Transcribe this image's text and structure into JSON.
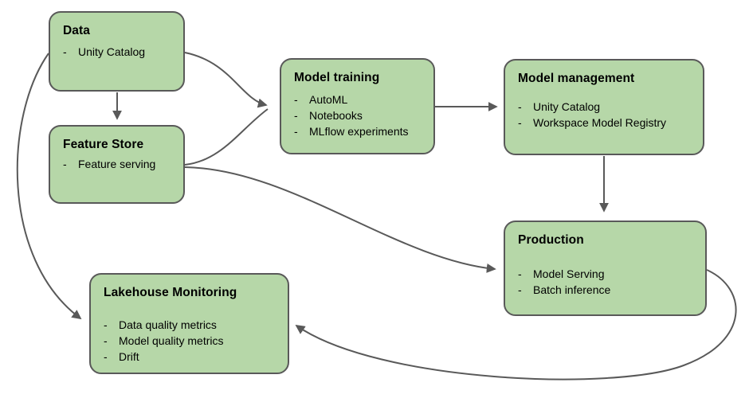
{
  "diagram": {
    "bullet_marker": "-",
    "boxes": [
      {
        "id": "data",
        "title": "Data",
        "bullets": [
          "Unity Catalog"
        ]
      },
      {
        "id": "feature-store",
        "title": "Feature Store",
        "bullets": [
          "Feature serving"
        ]
      },
      {
        "id": "model-training",
        "title": "Model training",
        "bullets": [
          "AutoML",
          "Notebooks",
          "MLflow experiments"
        ]
      },
      {
        "id": "model-management",
        "title": "Model management",
        "bullets": [
          "Unity Catalog",
          "Workspace Model Registry"
        ]
      },
      {
        "id": "production",
        "title": "Production",
        "bullets": [
          "Model Serving",
          "Batch inference"
        ]
      },
      {
        "id": "lakehouse-monitoring",
        "title": "Lakehouse Monitoring",
        "bullets": [
          "Data quality metrics",
          "Model quality metrics",
          "Drift"
        ]
      }
    ],
    "edges": [
      {
        "from": "Data",
        "to": "Feature Store"
      },
      {
        "from": "Data",
        "to": "Model training"
      },
      {
        "from": "Feature Store",
        "to": "Model training"
      },
      {
        "from": "Feature Store",
        "to": "Production"
      },
      {
        "from": "Model training",
        "to": "Model management"
      },
      {
        "from": "Model management",
        "to": "Production"
      },
      {
        "from": "Data",
        "to": "Lakehouse Monitoring"
      },
      {
        "from": "Production",
        "to": "Lakehouse Monitoring"
      }
    ],
    "colors": {
      "box_fill": "#b6d7a8",
      "box_border": "#595959",
      "arrow": "#595959",
      "text": "#000000",
      "background": "#ffffff"
    }
  }
}
